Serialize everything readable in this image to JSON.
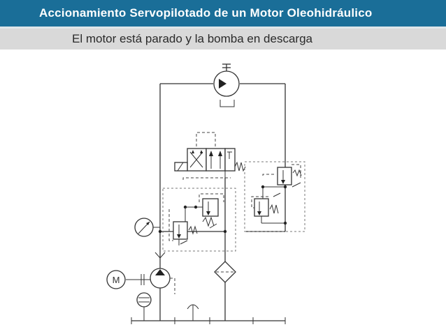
{
  "header": {
    "title": "Accionamiento Servopilotado de un Motor Oleohidráulico",
    "subtitle": "El motor está parado y la bomba en descarga"
  },
  "colors": {
    "title_bar": "#1a6e98",
    "subtitle_bar": "#d9d9d9",
    "line": "#333333"
  },
  "diagram": {
    "electric_motor_label": "M"
  }
}
